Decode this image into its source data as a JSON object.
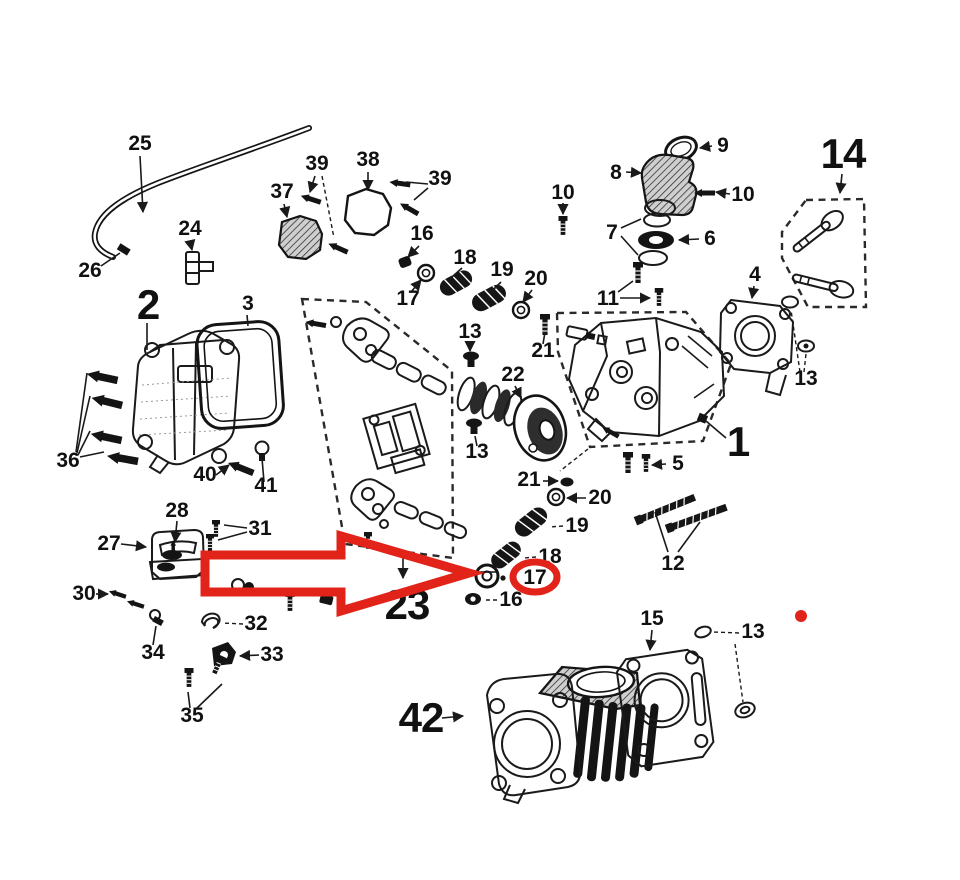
{
  "diagram": {
    "type": "exploded-parts-diagram",
    "subject": "scooter engine cylinder-head parts schematic",
    "background_color": "#ffffff",
    "line_color": "#1a1a1a",
    "highlight_color": "#e2231a",
    "highlighted_part_number": "17",
    "annotations": {
      "arrow": "large hollow red arrow pointing right at part 17 (valve spring seat washer)",
      "circle": "red ellipse drawn around the part label 17",
      "dot": "small red dot at right side of diagram"
    },
    "labels": [
      {
        "text": "25"
      },
      {
        "text": "26"
      },
      {
        "text": "24"
      },
      {
        "text": "37"
      },
      {
        "text": "39"
      },
      {
        "text": "38"
      },
      {
        "text": "39"
      },
      {
        "text": "16"
      },
      {
        "text": "17"
      },
      {
        "text": "18"
      },
      {
        "text": "19"
      },
      {
        "text": "20"
      },
      {
        "text": "13"
      },
      {
        "text": "21"
      },
      {
        "text": "22"
      },
      {
        "text": "13"
      },
      {
        "text": "21"
      },
      {
        "text": "20"
      },
      {
        "text": "19"
      },
      {
        "text": "18"
      },
      {
        "text": "17"
      },
      {
        "text": "16"
      },
      {
        "text": "10"
      },
      {
        "text": "8"
      },
      {
        "text": "9"
      },
      {
        "text": "10"
      },
      {
        "text": "7"
      },
      {
        "text": "6"
      },
      {
        "text": "11"
      },
      {
        "text": "14"
      },
      {
        "text": "4"
      },
      {
        "text": "13"
      },
      {
        "text": "1"
      },
      {
        "text": "5"
      },
      {
        "text": "12"
      },
      {
        "text": "2"
      },
      {
        "text": "3"
      },
      {
        "text": "36"
      },
      {
        "text": "40"
      },
      {
        "text": "41"
      },
      {
        "text": "27"
      },
      {
        "text": "28"
      },
      {
        "text": "31"
      },
      {
        "text": "30"
      },
      {
        "text": "32"
      },
      {
        "text": "34"
      },
      {
        "text": "33"
      },
      {
        "text": "35"
      },
      {
        "text": "23"
      },
      {
        "text": "42"
      },
      {
        "text": "15"
      },
      {
        "text": "13"
      }
    ]
  }
}
